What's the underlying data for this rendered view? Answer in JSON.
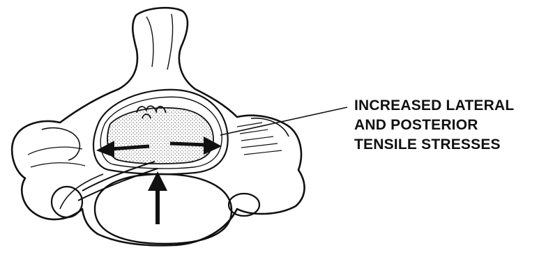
{
  "annotation": {
    "lines": [
      "INCREASED LATERAL",
      "AND POSTERIOR",
      "TENSILE STRESSES"
    ]
  },
  "colors": {
    "ink": "#111111",
    "paper": "#ffffff",
    "stipple": "#555555"
  }
}
